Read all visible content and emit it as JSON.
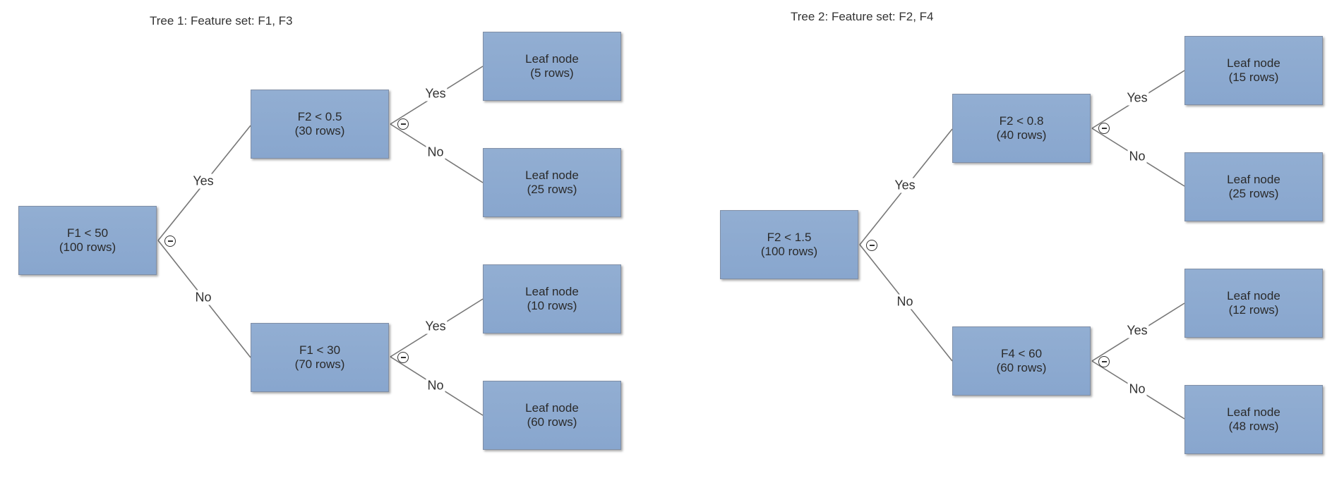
{
  "trees": [
    {
      "title": "Tree 1: Feature set: F1, F3",
      "root": {
        "condition": "F1 < 50",
        "rows": "(100 rows)"
      },
      "yes_label": "Yes",
      "no_label": "No",
      "upper": {
        "condition": "F2 < 0.5",
        "rows": "(30 rows)",
        "yes_label": "Yes",
        "no_label": "No",
        "leaf_yes": {
          "label": "Leaf node",
          "rows": "(5 rows)"
        },
        "leaf_no": {
          "label": "Leaf node",
          "rows": "(25 rows)"
        }
      },
      "lower": {
        "condition": "F1 < 30",
        "rows": "(70 rows)",
        "yes_label": "Yes",
        "no_label": "No",
        "leaf_yes": {
          "label": "Leaf node",
          "rows": "(10 rows)"
        },
        "leaf_no": {
          "label": "Leaf node",
          "rows": "(60 rows)"
        }
      }
    },
    {
      "title": "Tree 2: Feature set: F2, F4",
      "root": {
        "condition": "F2 < 1.5",
        "rows": "(100 rows)"
      },
      "yes_label": "Yes",
      "no_label": "No",
      "upper": {
        "condition": "F2 < 0.8",
        "rows": "(40 rows)",
        "yes_label": "Yes",
        "no_label": "No",
        "leaf_yes": {
          "label": "Leaf node",
          "rows": "(15 rows)"
        },
        "leaf_no": {
          "label": "Leaf node",
          "rows": "(25 rows)"
        }
      },
      "lower": {
        "condition": "F4 < 60",
        "rows": "(60 rows)",
        "yes_label": "Yes",
        "no_label": "No",
        "leaf_yes": {
          "label": "Leaf node",
          "rows": "(12 rows)"
        },
        "leaf_no": {
          "label": "Leaf node",
          "rows": "(48 rows)"
        }
      }
    }
  ],
  "colors": {
    "node_fill": "#8ca9d0",
    "node_border": "#7f8ea6",
    "edge": "#777777"
  }
}
